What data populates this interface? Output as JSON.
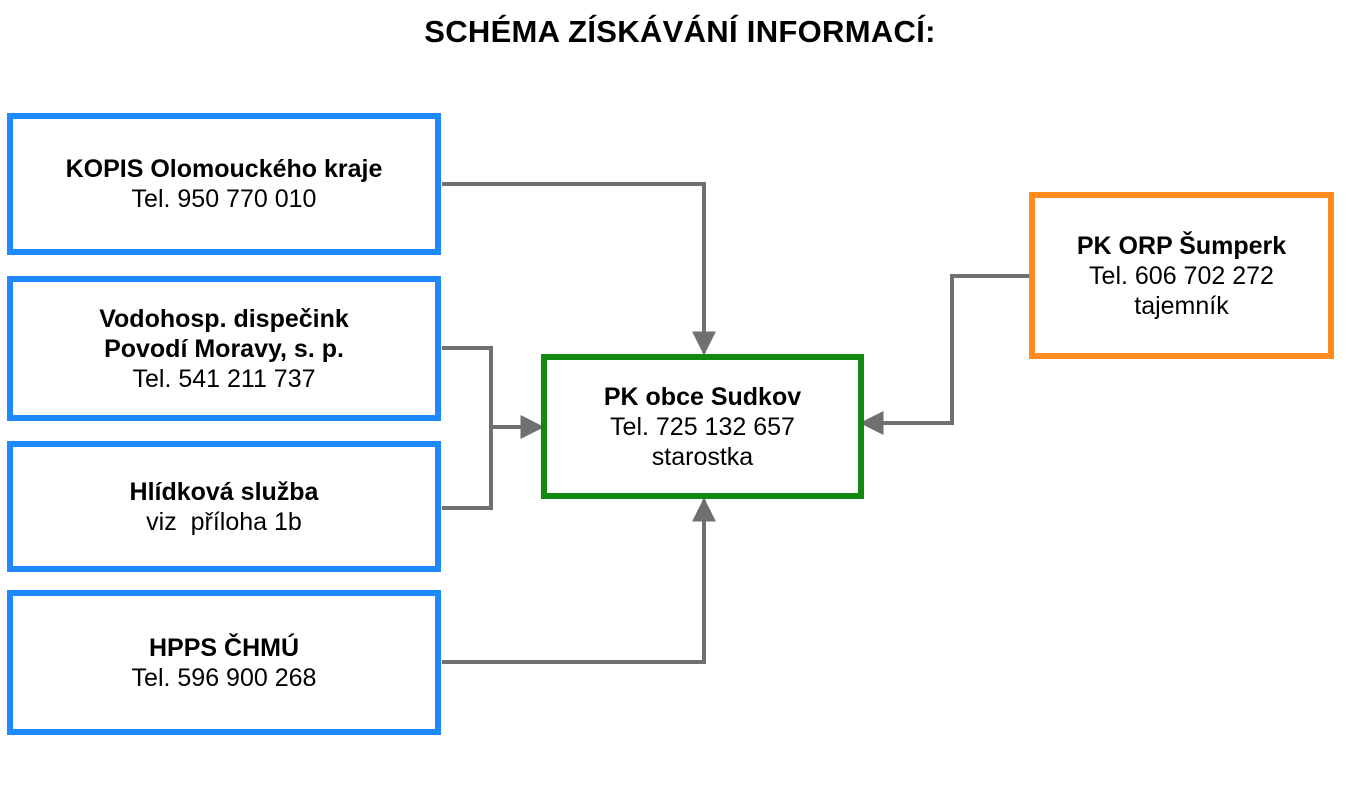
{
  "title": "SCHÉMA ZÍSKÁVÁNÍ INFORMACÍ:",
  "colors": {
    "source_border": "#1e88ff",
    "center_border": "#118a11",
    "orp_border": "#ff8a1e",
    "connector": "#707070"
  },
  "nodes": {
    "kopis": {
      "name": "KOPIS Olomouckého kraje",
      "line1": "Tel. 950 770 010"
    },
    "vodohosp": {
      "name1": "Vodohosp. dispečink",
      "name2": "Povodí Moravy, s. p.",
      "line1": "Tel. 541 211 737"
    },
    "hlidkova": {
      "name": "Hlídková služba",
      "line1": "viz  příloha 1b"
    },
    "hpps": {
      "name": "HPPS ČHMÚ",
      "line1": "Tel. 596 900 268"
    },
    "center": {
      "name": "PK obce Sudkov",
      "line1": "Tel. 725 132 657",
      "line2": "starostka"
    },
    "orp": {
      "name": "PK ORP Šumperk",
      "line1": "Tel. 606 702 272",
      "line2": "tajemník"
    }
  }
}
